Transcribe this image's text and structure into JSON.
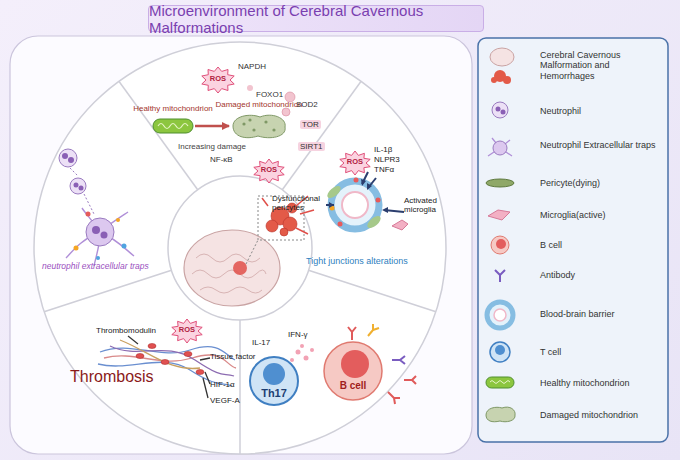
{
  "diagram": {
    "title": "Microenvironment of Cerebral Cavernous Malformations",
    "nodes": [
      {
        "text": [
          "Healthy mitochondrion"
        ]
      },
      {
        "text": [
          "Damaged mitochondrion"
        ]
      },
      {
        "text": [
          "ROS"
        ]
      },
      {
        "text": [
          "ROS"
        ]
      },
      {
        "text": [
          "ROS"
        ]
      },
      {
        "text": [
          "ROS"
        ]
      },
      {
        "text": [
          "Th17"
        ]
      },
      {
        "text": [
          "B cell"
        ]
      }
    ],
    "edges": [
      {
        "from": 0,
        "to": 1,
        "arrow": "to",
        "label": "Increasing damage"
      }
    ],
    "labels": [
      "NAPDH",
      "FOXO1",
      "SOD2",
      "TOR",
      "SIRT1",
      "NF-κB",
      "IL-1β",
      "NLPR3",
      "TNFα",
      "Dysfunctional pericytes",
      "Activated microglia",
      "Tight junctions alterations",
      "neutrophil extracellular traps",
      "Thrombomodulin",
      "Tissue factor",
      "Thrombosis",
      "HIF-1α",
      "VEGF-A",
      "IL-17",
      "IFN-γ"
    ],
    "legend": [
      {
        "text": "Cerebral Cavernous Malformation and Hemorrhages"
      },
      {
        "text": "Neutrophil"
      },
      {
        "text": "Neutrophil Extracellular traps"
      },
      {
        "text": "Pericyte(dying)"
      },
      {
        "text": "Microglia(active)"
      },
      {
        "text": "B cell"
      },
      {
        "text": "Antibody"
      },
      {
        "text": "Blood-brain barrier"
      },
      {
        "text": "T cell"
      },
      {
        "text": "Healthy mitochondrion"
      },
      {
        "text": "Damaged mitochondrion"
      }
    ]
  }
}
